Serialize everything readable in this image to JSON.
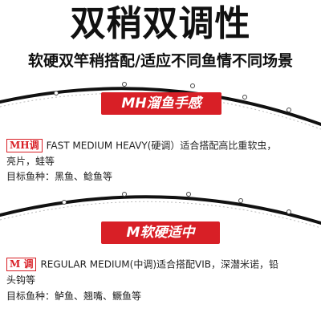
{
  "title": "双稍双调性",
  "subtitle": "软硬双竿稍搭配/适应不同鱼情不同场景",
  "sections": [
    {
      "badge": "MH溜鱼手感",
      "tag": "MH调",
      "desc_line1": "FAST MEDIUM HEAVY(硬调）适合搭配高比重软虫，",
      "desc_line2": "亮片，蛙等",
      "target": "目标鱼种：黑鱼、鲶鱼等"
    },
    {
      "badge": "M软硬适中",
      "tag": "M 调",
      "desc_line1": "REGULAR MEDIUM(中调)适合搭配VIB，深潜米诺，铅",
      "desc_line2": "头钩等",
      "target": "目标鱼种：鲈鱼、翘嘴、鳜鱼等"
    }
  ],
  "colors": {
    "accent_red": "#d81f26",
    "rod_black": "#111111",
    "background": "#ffffff"
  }
}
